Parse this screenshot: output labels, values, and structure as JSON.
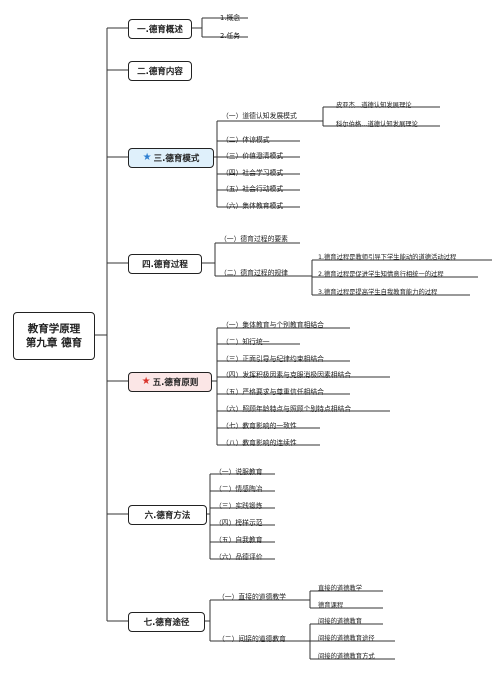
{
  "root": {
    "line1": "教育学原理",
    "line2": "第九章 德育"
  },
  "branches": {
    "b1": {
      "label": "一.德育概述",
      "children": [
        "1.概念",
        "2.任务"
      ]
    },
    "b2": {
      "label": "二.德育内容"
    },
    "b3": {
      "label": "三.德育模式",
      "icon": "star-icon",
      "icon_color": "#2f7fd1",
      "children": [
        "（一）道德认知发展模式",
        "（二）体谅模式",
        "（三）价值澄清模式",
        "（四）社会学习模式",
        "（五）社会行动模式",
        "（六）集体教育模式"
      ],
      "sub": [
        "皮亚杰…道德认知发展理论",
        "科尔伯格…道德认知发展理论"
      ]
    },
    "b4": {
      "label": "四.德育过程",
      "children": [
        "（一）德育过程的要素",
        "（二）德育过程的规律"
      ],
      "sub": [
        "1.德育过程是教师引导下学生能动的道德活动过程",
        "2.德育过程是促进学生知情意行相统一的过程",
        "3.德育过程是提高学生自我教育能力的过程"
      ]
    },
    "b5": {
      "label": "五.德育原则",
      "icon": "star-icon",
      "icon_color": "#d9342b",
      "children": [
        "（一）集体教育与个别教育相结合",
        "（二）知行统一",
        "（三）正面引导与纪律约束相结合",
        "（四）发挥积极因素与克服消极因素相结合",
        "（五）严格要求与尊重信任相结合",
        "（六）照顾年龄特点与照顾个别特点相结合",
        "（七）教育影响的一致性",
        "（八）教育影响的连续性"
      ]
    },
    "b6": {
      "label": "六.德育方法",
      "children": [
        "（一）说服教育",
        "（二）情感陶冶",
        "（三）实践锻炼",
        "（四）榜样示范",
        "（五）自我教育",
        "（六）品德评价"
      ]
    },
    "b7": {
      "label": "七.德育途径",
      "children": [
        "（一）直接的道德教学",
        "（二）间接的道德教育"
      ],
      "sub_direct": [
        "直接的道德教学",
        "德育课程"
      ],
      "sub_indirect": [
        "间接的道德教育",
        "间接的道德教育途径",
        "间接的道德教育方式"
      ]
    }
  }
}
